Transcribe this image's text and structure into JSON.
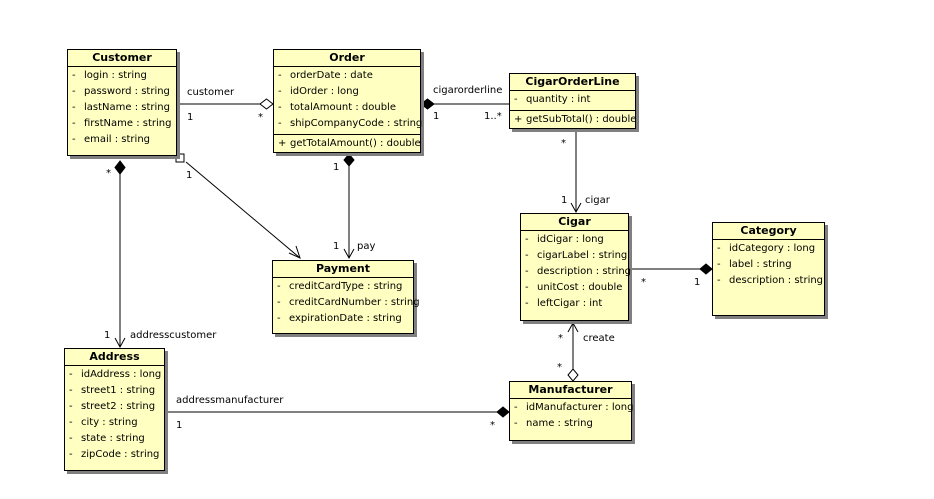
{
  "classes": {
    "customer": {
      "name": "Customer",
      "attributes": [
        {
          "vis": "-",
          "text": "login : string"
        },
        {
          "vis": "-",
          "text": "password : string"
        },
        {
          "vis": "-",
          "text": "lastName : string"
        },
        {
          "vis": "-",
          "text": "firstName : string"
        },
        {
          "vis": "-",
          "text": "email : string"
        }
      ],
      "operations": []
    },
    "order": {
      "name": "Order",
      "attributes": [
        {
          "vis": "-",
          "text": "orderDate : date"
        },
        {
          "vis": "-",
          "text": "idOrder : long"
        },
        {
          "vis": "-",
          "text": "totalAmount : double"
        },
        {
          "vis": "-",
          "text": "shipCompanyCode : string"
        }
      ],
      "operations": [
        {
          "vis": "+",
          "text": "getTotalAmount() : double"
        }
      ]
    },
    "cigarorderline": {
      "name": "CigarOrderLine",
      "attributes": [
        {
          "vis": "-",
          "text": "quantity : int"
        }
      ],
      "operations": [
        {
          "vis": "+",
          "text": "getSubTotal() : double"
        }
      ]
    },
    "payment": {
      "name": "Payment",
      "attributes": [
        {
          "vis": "-",
          "text": "creditCardType : string"
        },
        {
          "vis": "-",
          "text": "creditCardNumber : string"
        },
        {
          "vis": "-",
          "text": "expirationDate : string"
        }
      ],
      "operations": []
    },
    "cigar": {
      "name": "Cigar",
      "attributes": [
        {
          "vis": "-",
          "text": "idCigar : long"
        },
        {
          "vis": "-",
          "text": "cigarLabel : string"
        },
        {
          "vis": "-",
          "text": "description : string"
        },
        {
          "vis": "-",
          "text": "unitCost : double"
        },
        {
          "vis": "-",
          "text": "leftCigar : int"
        }
      ],
      "operations": []
    },
    "category": {
      "name": "Category",
      "attributes": [
        {
          "vis": "-",
          "text": "idCategory : long"
        },
        {
          "vis": "-",
          "text": "label : string"
        },
        {
          "vis": "-",
          "text": "description : string"
        }
      ],
      "operations": []
    },
    "address": {
      "name": "Address",
      "attributes": [
        {
          "vis": "-",
          "text": "idAddress : long"
        },
        {
          "vis": "-",
          "text": "street1 : string"
        },
        {
          "vis": "-",
          "text": "street2 : string"
        },
        {
          "vis": "-",
          "text": "city : string"
        },
        {
          "vis": "-",
          "text": "state : string"
        },
        {
          "vis": "-",
          "text": "zipCode : string"
        }
      ],
      "operations": []
    },
    "manufacturer": {
      "name": "Manufacturer",
      "attributes": [
        {
          "vis": "-",
          "text": "idManufacturer : long"
        },
        {
          "vis": "-",
          "text": "name : string"
        }
      ],
      "operations": []
    }
  },
  "associations": {
    "customer_order": {
      "name": "customer",
      "mult_a": "1",
      "mult_b": "*"
    },
    "order_cigarorderline": {
      "name": "cigarorderline",
      "mult_a": "1",
      "mult_b": "1..*"
    },
    "cigarorderline_cigar": {
      "name": "cigar",
      "mult_a": "*",
      "mult_b": "1"
    },
    "order_payment": {
      "name": "pay",
      "mult_a": "1",
      "mult_b": "1"
    },
    "customer_payment": {
      "mult_a": "1"
    },
    "customer_address": {
      "name": "addresscustomer",
      "mult_a": "*",
      "mult_b": "1"
    },
    "address_manufacturer": {
      "name": "addressmanufacturer",
      "mult_a": "1",
      "mult_b": "*"
    },
    "cigar_category": {
      "mult_a": "*",
      "mult_b": "1"
    },
    "cigar_manufacturer": {
      "name": "create",
      "mult_a": "*",
      "mult_b": "*"
    }
  },
  "colors": {
    "class_fill": "#ffffc2",
    "shadow": "#808080",
    "line": "#000000"
  }
}
